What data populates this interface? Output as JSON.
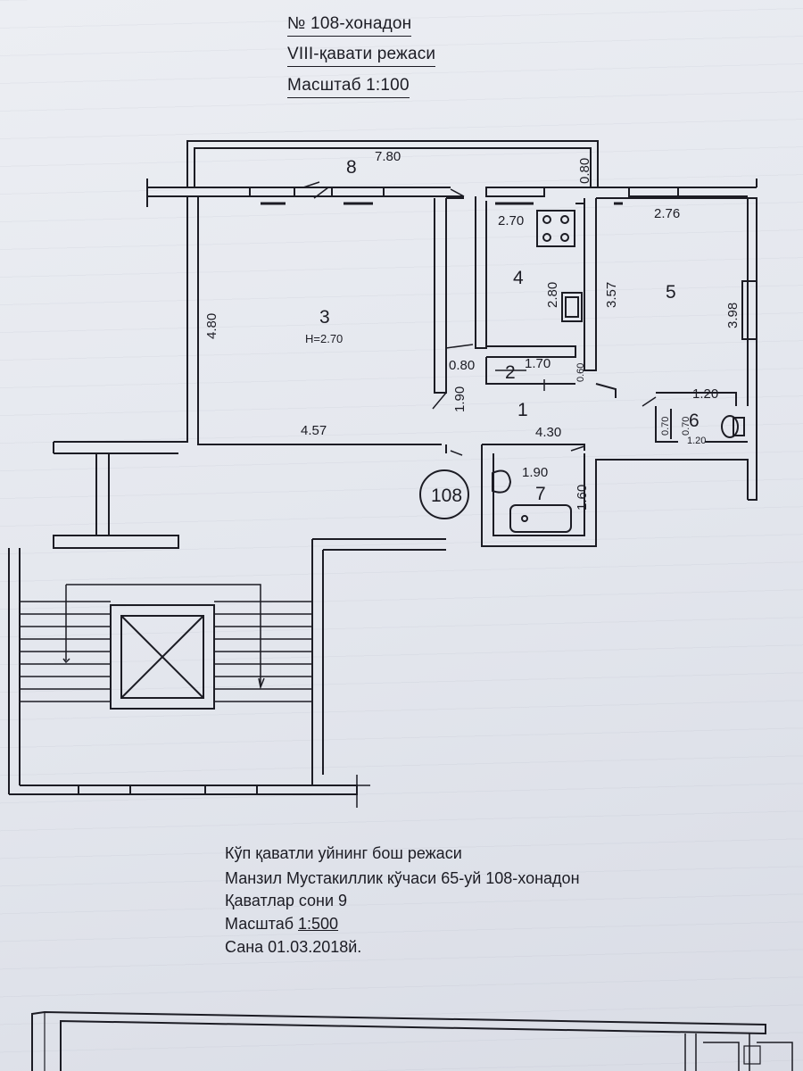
{
  "header": {
    "apartment_title": "№ 108-хонадон",
    "floor_plan_title": "VIII-қавати режаси",
    "scale": "Масштаб 1:100"
  },
  "plan": {
    "apartment_number": "108",
    "ceiling_height": "H=2.70",
    "rooms": {
      "r1": "1",
      "r2": "2",
      "r3": "3",
      "r4": "4",
      "r5": "5",
      "r6": "6",
      "r7": "7",
      "r8": "8"
    },
    "dimensions": {
      "balcony_length": "7.80",
      "balcony_width": "0.80",
      "room3_height": "4.80",
      "room3_width": "4.57",
      "kitchen_width": "2.70",
      "kitchen_depth": "2.80",
      "room5_width": "2.76",
      "room5_left": "3.57",
      "room5_right": "3.98",
      "closet_door": "0.80",
      "closet_width": "1.70",
      "closet_depth": "0.60",
      "hall_side": "1.90",
      "hall_length": "4.30",
      "wc_width": "1.20",
      "wc_d1": "0.70",
      "wc_d2": "0.70",
      "wc_bottom": "1.20",
      "bath_width": "1.90",
      "bath_depth": "1.60"
    }
  },
  "building_info": {
    "title": "Кўп қаватли уйнинг бош режаси",
    "address": "Манзил Мустакиллик кўчаси 65-уй 108-хонадон",
    "floors": "Қаватлар сони 9",
    "scale_label": "Масштаб ",
    "scale_value": "1:500",
    "date": "Сана 01.03.2018й."
  }
}
